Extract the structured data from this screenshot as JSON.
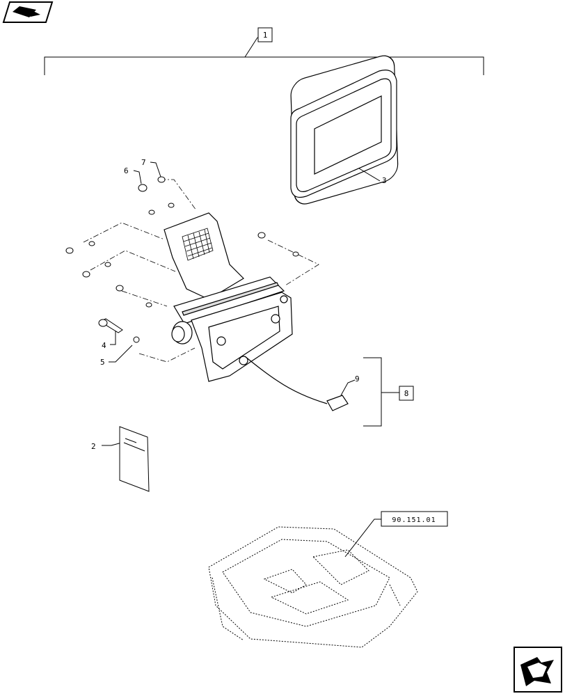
{
  "callouts": {
    "c1": "1",
    "c2": "2",
    "c3": "3",
    "c4": "4",
    "c5": "5",
    "c6": "6",
    "c7": "7",
    "c8": "8",
    "c9": "9"
  },
  "reference_box": "90.151.01",
  "icons": {
    "top_left": "prev-page-icon",
    "bottom_right": "next-page-icon"
  }
}
